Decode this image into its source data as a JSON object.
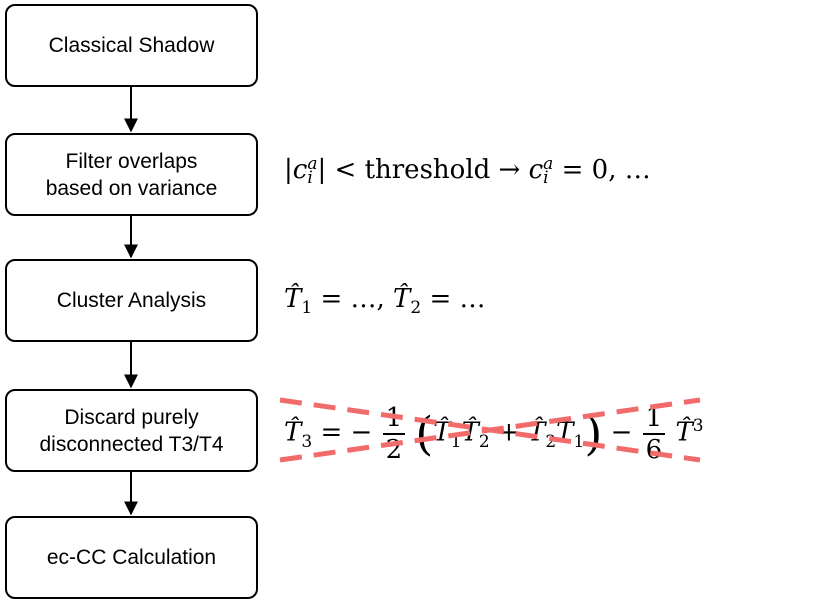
{
  "steps": [
    {
      "lines": [
        "Classical Shadow"
      ]
    },
    {
      "lines": [
        "Filter overlaps",
        "based on variance"
      ]
    },
    {
      "lines": [
        "Cluster Analysis"
      ]
    },
    {
      "lines": [
        "Discard purely",
        "disconnected T3/T4"
      ]
    },
    {
      "lines": [
        "ec-CC Calculation"
      ]
    }
  ],
  "equations": {
    "filter": {
      "threshold_word": "threshold",
      "value": "0",
      "ellipsis": "…"
    },
    "cluster": {
      "ellipsis": "…"
    },
    "discard": {
      "half_num": "1",
      "half_den": "2",
      "sixth_num": "1",
      "sixth_den": "6",
      "power": "3",
      "crossed_out": true,
      "cross_color": "#f26b6b"
    }
  },
  "colors": {
    "box_border": "#000000",
    "arrow": "#000000",
    "cross": "#f26b6b"
  }
}
